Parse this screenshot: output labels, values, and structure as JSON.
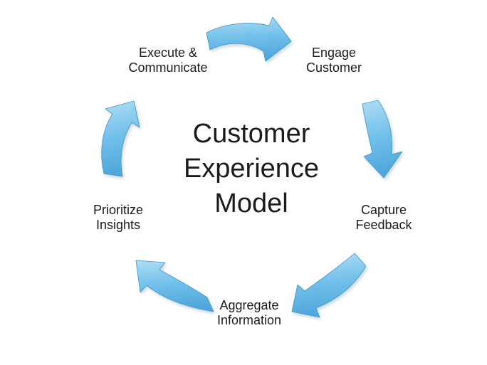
{
  "diagram": {
    "title": "Customer Experience Model",
    "title_lines": [
      "Customer",
      "Experience",
      "Model"
    ],
    "steps": [
      {
        "id": "execute-communicate",
        "line1": "Execute &",
        "line2": "Communicate"
      },
      {
        "id": "engage-customer",
        "line1": "Engage",
        "line2": "Customer"
      },
      {
        "id": "capture-feedback",
        "line1": "Capture",
        "line2": "Feedback"
      },
      {
        "id": "aggregate-information",
        "line1": "Aggregate",
        "line2": "Information"
      },
      {
        "id": "prioritize-insights",
        "line1": "Prioritize",
        "line2": "Insights"
      }
    ],
    "arrows": [
      {
        "name": "arrow-execute-to-engage",
        "from": "Execute & Communicate",
        "to": "Engage Customer"
      },
      {
        "name": "arrow-engage-to-capture",
        "from": "Engage Customer",
        "to": "Capture Feedback"
      },
      {
        "name": "arrow-capture-to-aggregate",
        "from": "Capture Feedback",
        "to": "Aggregate Information"
      },
      {
        "name": "arrow-aggregate-to-prioritize",
        "from": "Aggregate Information",
        "to": "Prioritize Insights"
      },
      {
        "name": "arrow-prioritize-to-execute",
        "from": "Prioritize Insights",
        "to": "Execute & Communicate"
      }
    ],
    "colors": {
      "arrow_light": "#aeddf5",
      "arrow_mid": "#72c0ea",
      "arrow_dark": "#4ea6db",
      "arrow_border": "#3e96cc",
      "text": "#1b1b1b",
      "background": "#ffffff"
    }
  }
}
